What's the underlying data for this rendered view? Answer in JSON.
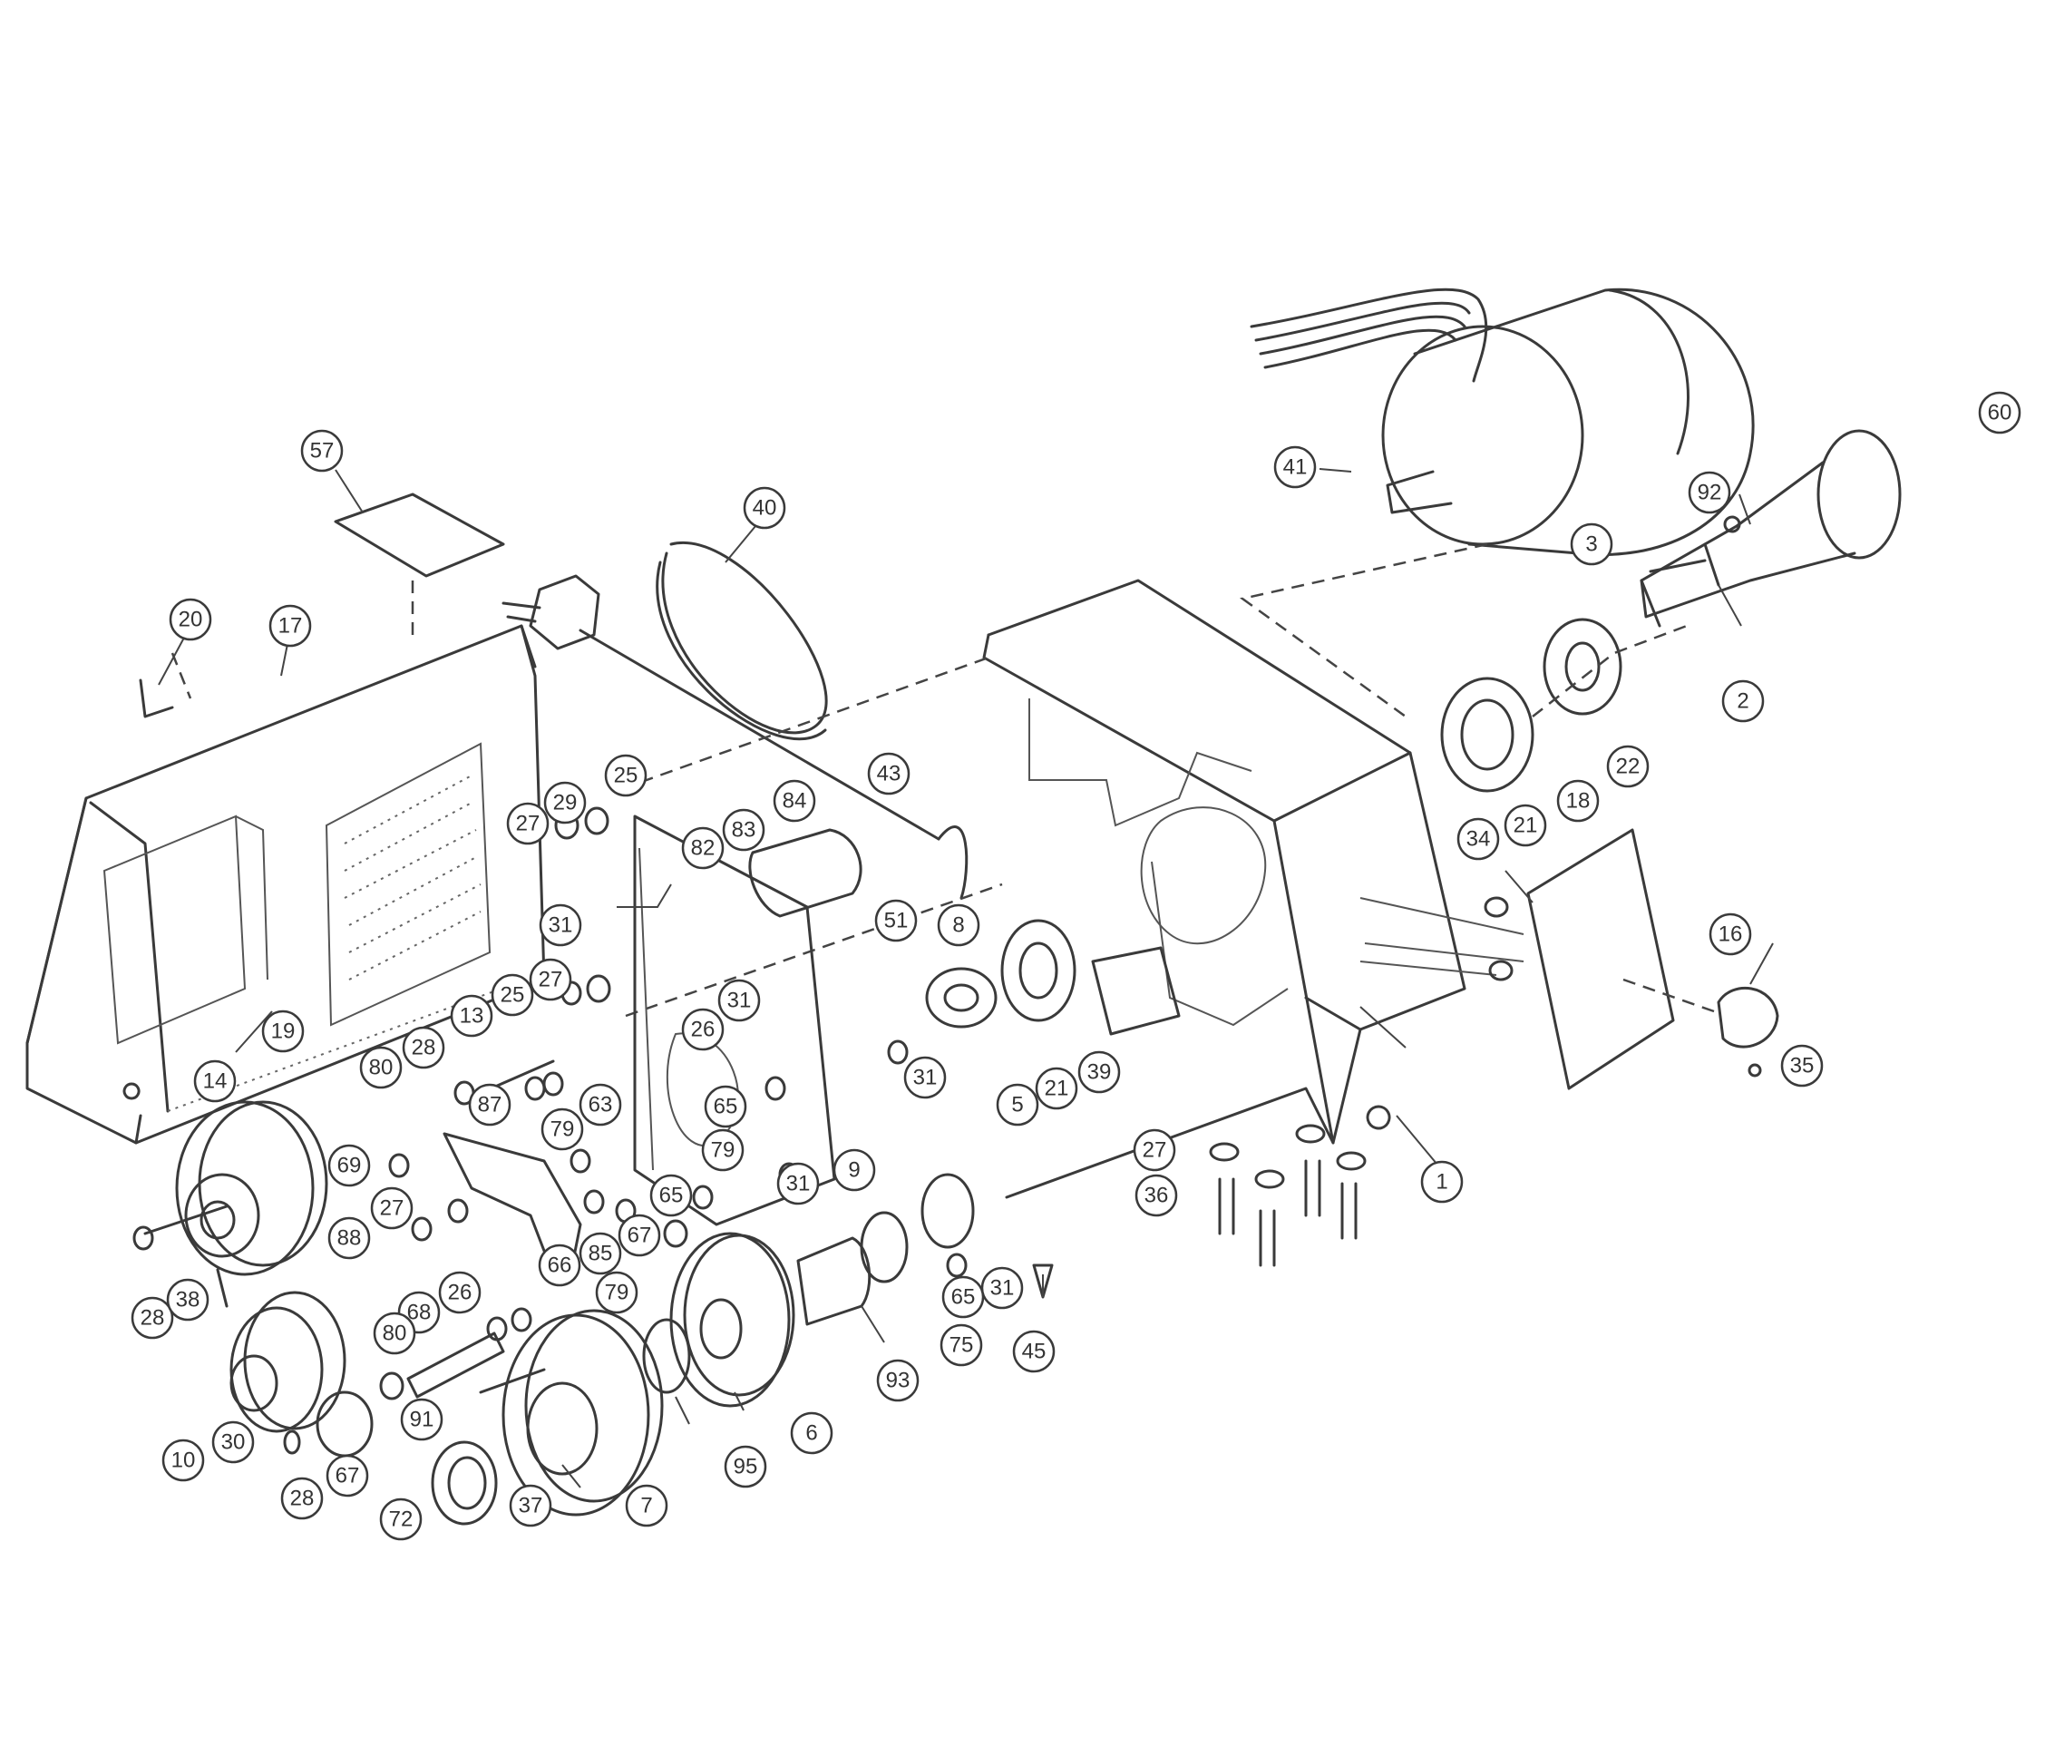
{
  "callouts": [
    {
      "label": "57"
    },
    {
      "label": "40"
    },
    {
      "label": "20"
    },
    {
      "label": "17"
    },
    {
      "label": "25"
    },
    {
      "label": "29"
    },
    {
      "label": "27"
    },
    {
      "label": "84"
    },
    {
      "label": "82"
    },
    {
      "label": "83"
    },
    {
      "label": "43"
    },
    {
      "label": "51"
    },
    {
      "label": "8"
    },
    {
      "label": "31"
    },
    {
      "label": "27"
    },
    {
      "label": "19"
    },
    {
      "label": "13"
    },
    {
      "label": "25"
    },
    {
      "label": "80"
    },
    {
      "label": "28"
    },
    {
      "label": "87"
    },
    {
      "label": "63"
    },
    {
      "label": "31"
    },
    {
      "label": "26"
    },
    {
      "label": "65"
    },
    {
      "label": "79"
    },
    {
      "label": "5"
    },
    {
      "label": "21"
    },
    {
      "label": "39"
    },
    {
      "label": "31"
    },
    {
      "label": "14"
    },
    {
      "label": "69"
    },
    {
      "label": "27"
    },
    {
      "label": "88"
    },
    {
      "label": "66"
    },
    {
      "label": "85"
    },
    {
      "label": "67"
    },
    {
      "label": "79"
    },
    {
      "label": "65"
    },
    {
      "label": "31"
    },
    {
      "label": "9"
    },
    {
      "label": "79"
    },
    {
      "label": "28"
    },
    {
      "label": "38"
    },
    {
      "label": "68"
    },
    {
      "label": "26"
    },
    {
      "label": "80"
    },
    {
      "label": "91"
    },
    {
      "label": "30"
    },
    {
      "label": "10"
    },
    {
      "label": "28"
    },
    {
      "label": "67"
    },
    {
      "label": "72"
    },
    {
      "label": "37"
    },
    {
      "label": "7"
    },
    {
      "label": "95"
    },
    {
      "label": "6"
    },
    {
      "label": "93"
    },
    {
      "label": "75"
    },
    {
      "label": "65"
    },
    {
      "label": "31"
    },
    {
      "label": "45"
    },
    {
      "label": "41"
    },
    {
      "label": "60"
    },
    {
      "label": "92"
    },
    {
      "label": "3"
    },
    {
      "label": "2"
    },
    {
      "label": "22"
    },
    {
      "label": "21"
    },
    {
      "label": "34"
    },
    {
      "label": "18"
    },
    {
      "label": "16"
    },
    {
      "label": "35"
    },
    {
      "label": "1"
    },
    {
      "label": "27"
    },
    {
      "label": "36"
    }
  ]
}
